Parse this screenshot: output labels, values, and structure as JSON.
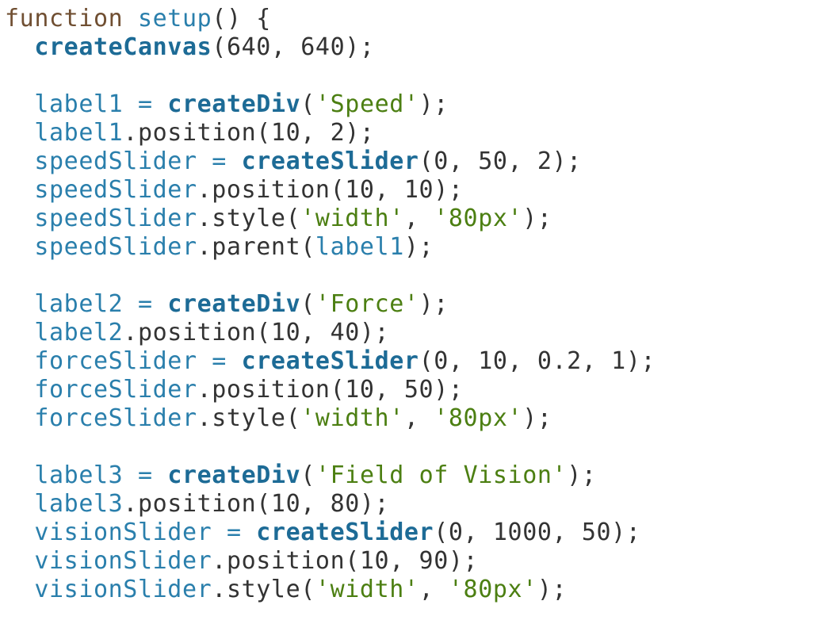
{
  "editor": {
    "lines": [
      [
        {
          "t": "kw",
          "v": "function "
        },
        {
          "t": "fn",
          "v": "setup"
        },
        {
          "t": "plain",
          "v": "() {"
        }
      ],
      [
        {
          "t": "plain",
          "v": "  "
        },
        {
          "t": "call",
          "v": "createCanvas"
        },
        {
          "t": "plain",
          "v": "(640, 640);"
        }
      ],
      [],
      [
        {
          "t": "plain",
          "v": "  "
        },
        {
          "t": "var",
          "v": "label1"
        },
        {
          "t": "op",
          "v": " = "
        },
        {
          "t": "call",
          "v": "createDiv"
        },
        {
          "t": "plain",
          "v": "("
        },
        {
          "t": "str",
          "v": "'Speed'"
        },
        {
          "t": "plain",
          "v": ");"
        }
      ],
      [
        {
          "t": "plain",
          "v": "  "
        },
        {
          "t": "var",
          "v": "label1"
        },
        {
          "t": "plain",
          "v": ".position(10, 2);"
        }
      ],
      [
        {
          "t": "plain",
          "v": "  "
        },
        {
          "t": "var",
          "v": "speedSlider"
        },
        {
          "t": "op",
          "v": " = "
        },
        {
          "t": "call",
          "v": "createSlider"
        },
        {
          "t": "plain",
          "v": "(0, 50, 2);"
        }
      ],
      [
        {
          "t": "plain",
          "v": "  "
        },
        {
          "t": "var",
          "v": "speedSlider"
        },
        {
          "t": "plain",
          "v": ".position(10, 10);"
        }
      ],
      [
        {
          "t": "plain",
          "v": "  "
        },
        {
          "t": "var",
          "v": "speedSlider"
        },
        {
          "t": "plain",
          "v": ".style("
        },
        {
          "t": "str",
          "v": "'width'"
        },
        {
          "t": "plain",
          "v": ", "
        },
        {
          "t": "str",
          "v": "'80px'"
        },
        {
          "t": "plain",
          "v": ");"
        }
      ],
      [
        {
          "t": "plain",
          "v": "  "
        },
        {
          "t": "var",
          "v": "speedSlider"
        },
        {
          "t": "plain",
          "v": ".parent("
        },
        {
          "t": "var",
          "v": "label1"
        },
        {
          "t": "plain",
          "v": ");"
        }
      ],
      [],
      [
        {
          "t": "plain",
          "v": "  "
        },
        {
          "t": "var",
          "v": "label2"
        },
        {
          "t": "op",
          "v": " = "
        },
        {
          "t": "call",
          "v": "createDiv"
        },
        {
          "t": "plain",
          "v": "("
        },
        {
          "t": "str",
          "v": "'Force'"
        },
        {
          "t": "plain",
          "v": ");"
        }
      ],
      [
        {
          "t": "plain",
          "v": "  "
        },
        {
          "t": "var",
          "v": "label2"
        },
        {
          "t": "plain",
          "v": ".position(10, 40);"
        }
      ],
      [
        {
          "t": "plain",
          "v": "  "
        },
        {
          "t": "var",
          "v": "forceSlider"
        },
        {
          "t": "op",
          "v": " = "
        },
        {
          "t": "call",
          "v": "createSlider"
        },
        {
          "t": "plain",
          "v": "(0, 10, 0.2, 1);"
        }
      ],
      [
        {
          "t": "plain",
          "v": "  "
        },
        {
          "t": "var",
          "v": "forceSlider"
        },
        {
          "t": "plain",
          "v": ".position(10, 50);"
        }
      ],
      [
        {
          "t": "plain",
          "v": "  "
        },
        {
          "t": "var",
          "v": "forceSlider"
        },
        {
          "t": "plain",
          "v": ".style("
        },
        {
          "t": "str",
          "v": "'width'"
        },
        {
          "t": "plain",
          "v": ", "
        },
        {
          "t": "str",
          "v": "'80px'"
        },
        {
          "t": "plain",
          "v": ");"
        }
      ],
      [],
      [
        {
          "t": "plain",
          "v": "  "
        },
        {
          "t": "var",
          "v": "label3"
        },
        {
          "t": "op",
          "v": " = "
        },
        {
          "t": "call",
          "v": "createDiv"
        },
        {
          "t": "plain",
          "v": "("
        },
        {
          "t": "str",
          "v": "'Field of Vision'"
        },
        {
          "t": "plain",
          "v": ");"
        }
      ],
      [
        {
          "t": "plain",
          "v": "  "
        },
        {
          "t": "var",
          "v": "label3"
        },
        {
          "t": "plain",
          "v": ".position(10, 80);"
        }
      ],
      [
        {
          "t": "plain",
          "v": "  "
        },
        {
          "t": "var",
          "v": "visionSlider"
        },
        {
          "t": "op",
          "v": " = "
        },
        {
          "t": "call",
          "v": "createSlider"
        },
        {
          "t": "plain",
          "v": "(0, 1000, 50);"
        }
      ],
      [
        {
          "t": "plain",
          "v": "  "
        },
        {
          "t": "var",
          "v": "visionSlider"
        },
        {
          "t": "plain",
          "v": ".position(10, 90);"
        }
      ],
      [
        {
          "t": "plain",
          "v": "  "
        },
        {
          "t": "var",
          "v": "visionSlider"
        },
        {
          "t": "plain",
          "v": ".style("
        },
        {
          "t": "str",
          "v": "'width'"
        },
        {
          "t": "plain",
          "v": ", "
        },
        {
          "t": "str",
          "v": "'80px'"
        },
        {
          "t": "plain",
          "v": ");"
        }
      ]
    ]
  },
  "colors": {
    "keyword": "#704f32",
    "function_name": "#2a7fac",
    "call": "#1d6b96",
    "variable": "#2a7fac",
    "string": "#4c7f12",
    "plain": "#333333",
    "background": "#ffffff"
  }
}
